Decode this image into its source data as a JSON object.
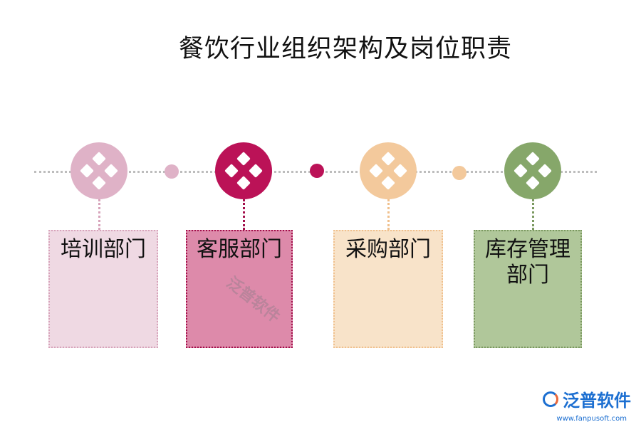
{
  "title": "餐饮行业组织架构及岗位职责",
  "departments": [
    {
      "label": "培训部门",
      "node_color": "#dfb2c7",
      "card_color": "#efd9e3",
      "border_color": "#d7a3ba"
    },
    {
      "label": "客服部门",
      "node_color": "#bb1257",
      "card_color": "#dd8aaa",
      "border_color": "#a30f4b"
    },
    {
      "label": "采购部门",
      "node_color": "#f3c99c",
      "card_color": "#f8e3c9",
      "border_color": "#f0c08d"
    },
    {
      "label": "库存管理部门",
      "node_color": "#86a76a",
      "card_color": "#b0c79a",
      "border_color": "#7b9960"
    }
  ],
  "dots": [
    {
      "color": "#dfb2c7"
    },
    {
      "color": "#bb1257"
    },
    {
      "color": "#f3c99c"
    }
  ],
  "watermark": "泛普软件",
  "footer": {
    "brand": "泛普软件",
    "url": "www.fanpusoft.com"
  }
}
